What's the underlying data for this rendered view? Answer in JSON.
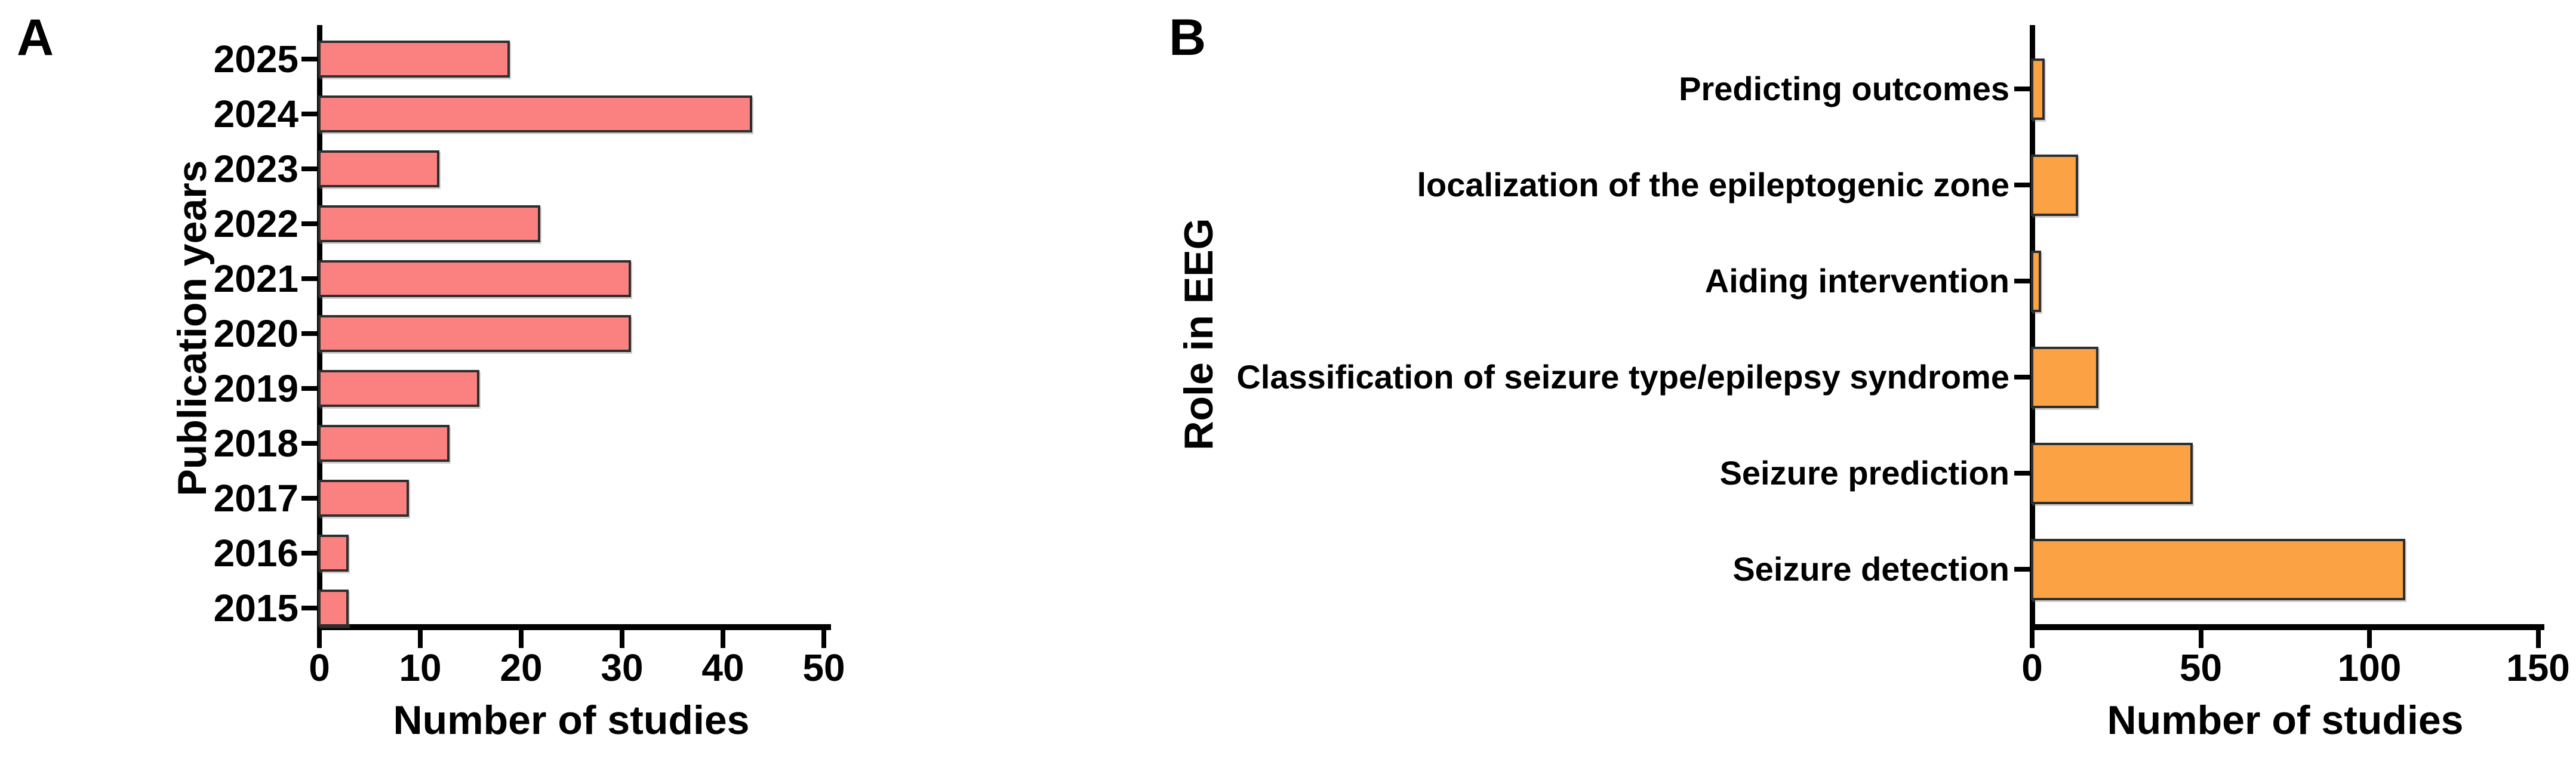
{
  "figure": {
    "background": "#ffffff",
    "text_color": "#000000",
    "axis_color": "#000000"
  },
  "chart_data": [
    {
      "panel": "A",
      "type": "bar",
      "orientation": "horizontal",
      "title": "",
      "ylabel": "Publication years",
      "xlabel": "Number of studies",
      "categories": [
        "2025",
        "2024",
        "2023",
        "2022",
        "2021",
        "2020",
        "2019",
        "2018",
        "2017",
        "2016",
        "2015"
      ],
      "values": [
        19,
        43,
        12,
        22,
        31,
        31,
        16,
        13,
        9,
        3,
        3
      ],
      "xlim": [
        0,
        50
      ],
      "xticks": [
        0,
        10,
        20,
        30,
        40,
        50
      ],
      "grid": "off",
      "bar_color": "#FB8181",
      "bar_border": "#2e2e2e"
    },
    {
      "panel": "B",
      "type": "bar",
      "orientation": "horizontal",
      "title": "",
      "ylabel": "Role in EEG",
      "xlabel": "Number of studies",
      "categories": [
        "Predicting outcomes",
        "localization of the epileptogenic zone",
        "Aiding intervention",
        "Classification of seizure type/epilepsy syndrome",
        "Seizure prediction",
        "Seizure detection"
      ],
      "values": [
        4,
        14,
        3,
        20,
        48,
        111
      ],
      "xlim": [
        0,
        150
      ],
      "xticks": [
        0,
        50,
        100,
        150
      ],
      "grid": "off",
      "bar_color": "#FBA244",
      "bar_border": "#2e2e2e"
    }
  ]
}
